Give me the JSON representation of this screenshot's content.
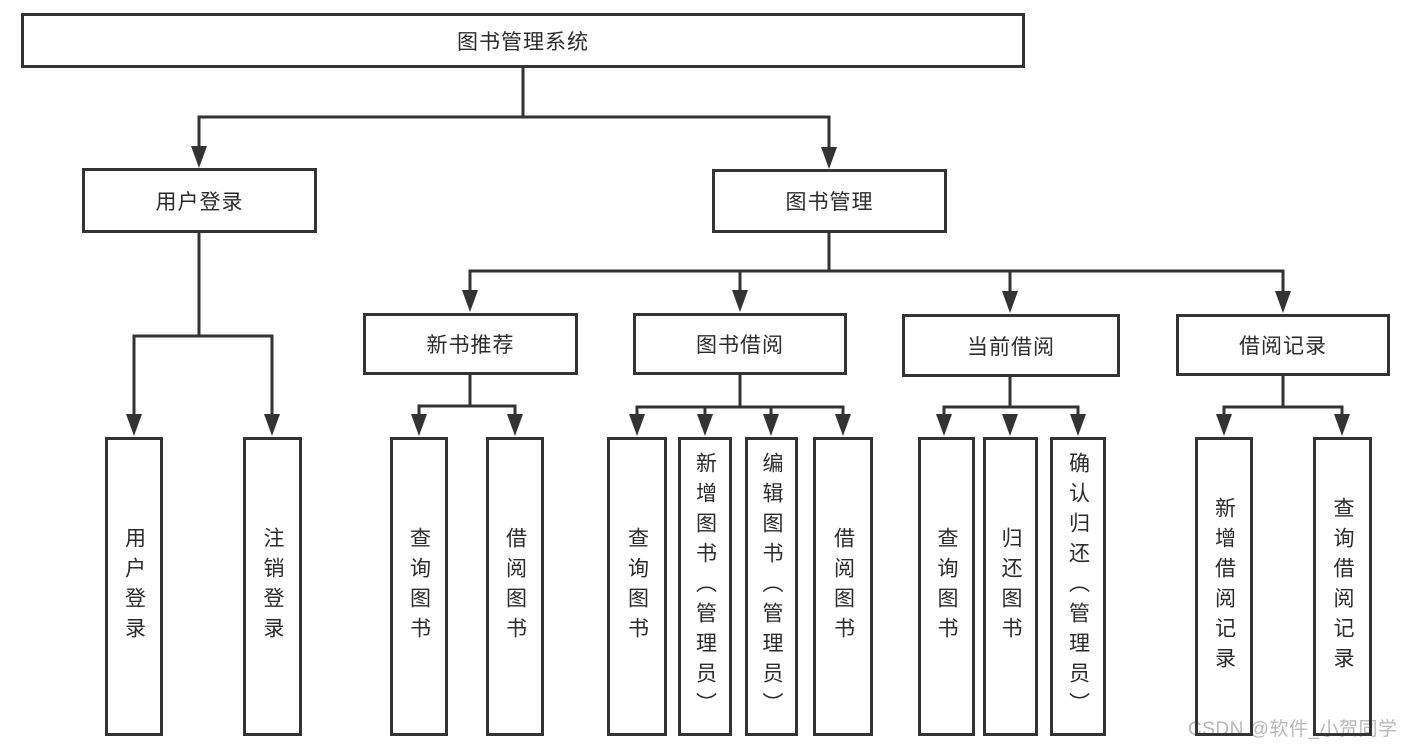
{
  "diagram": {
    "root": "图书管理系统",
    "level1": [
      "用户登录",
      "图书管理"
    ],
    "level2": [
      "新书推荐",
      "图书借阅",
      "当前借阅",
      "借阅记录"
    ],
    "leaves": {
      "user_login": [
        "用户登录",
        "注销登录"
      ],
      "new_book_recommend": [
        "查询图书",
        "借阅图书"
      ],
      "book_borrow": [
        "查询图书",
        "新增图书（管理员）",
        "编辑图书（管理员）",
        "借阅图书"
      ],
      "current_borrow": [
        "查询图书",
        "归还图书",
        "确认归还（管理员）"
      ],
      "borrow_record": [
        "新增借阅记录",
        "查询借阅记录"
      ]
    }
  },
  "watermark": {
    "text": "CSDN @软件_小贺同学"
  },
  "colors": {
    "line": "#333333",
    "box_border": "#333333",
    "text": "#2b2b2b",
    "watermark": "#b8b8b8",
    "background": "#ffffff"
  }
}
